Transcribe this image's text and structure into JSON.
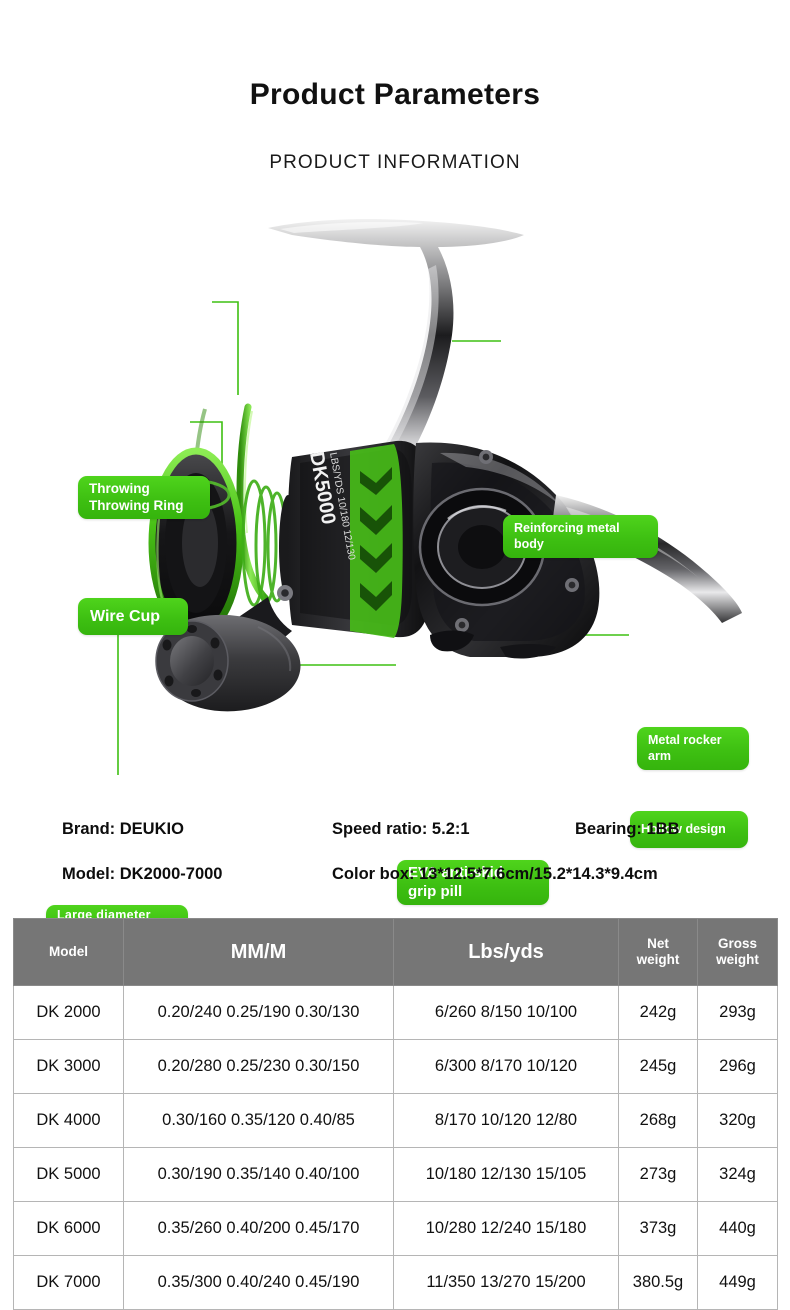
{
  "header": {
    "title": "Product Parameters",
    "subtitle": "PRODUCT  INFORMATION"
  },
  "callouts": {
    "throwing_line1": "Throwing",
    "throwing_line2": "Throwing Ring",
    "wire_cup": "Wire Cup",
    "large_knob": "Large diameter knob",
    "reinforcing_line1": "Reinforcing metal",
    "reinforcing_line2": "body",
    "rocker_line1": "Metal rocker",
    "rocker_line2": "arm",
    "hollow_design": "Hollow design",
    "eva_line1": "EVA anti-skid",
    "eva_line2": "grip pill"
  },
  "product_marking": {
    "model_text": "DK5000",
    "capacity_text": "LBS/YDS 10/180 12/130"
  },
  "specs": {
    "brand": "Brand: DEUKIO",
    "speed_ratio": "Speed ratio: 5.2:1",
    "bearing": "Bearing: 1BB",
    "model": "Model: DK2000-7000",
    "color_box": "Color box: 13*12.5*7.6cm/15.2*14.3*9.4cm"
  },
  "table": {
    "headers": {
      "model": "Model",
      "mm": "MM/M",
      "lbs": "Lbs/yds",
      "net_line1": "Net",
      "net_line2": "weight",
      "gross_line1": "Gross",
      "gross_line2": "weight"
    },
    "rows": [
      {
        "model": "DK 2000",
        "mm": "0.20/240 0.25/190 0.30/130",
        "lbs": "6/260  8/150  10/100",
        "net": "242g",
        "gross": "293g"
      },
      {
        "model": "DK 3000",
        "mm": "0.20/280 0.25/230 0.30/150",
        "lbs": "6/300  8/170  10/120",
        "net": "245g",
        "gross": "296g"
      },
      {
        "model": "DK 4000",
        "mm": "0.30/160 0.35/120 0.40/85",
        "lbs": "8/170 10/120 12/80",
        "net": "268g",
        "gross": "320g"
      },
      {
        "model": "DK 5000",
        "mm": "0.30/190 0.35/140 0.40/100",
        "lbs": "10/180 12/130 15/105",
        "net": "273g",
        "gross": "324g"
      },
      {
        "model": "DK 6000",
        "mm": "0.35/260 0.40/200 0.45/170",
        "lbs": "10/280 12/240 15/180",
        "net": "373g",
        "gross": "440g"
      },
      {
        "model": "DK 7000",
        "mm": "0.35/300 0.40/240 0.45/190",
        "lbs": "11/350 13/270 15/200",
        "net": "380.5g",
        "gross": "449g"
      }
    ]
  },
  "colors": {
    "accent_green": "#3ec012",
    "badge_text": "#ffffff",
    "table_header_bg": "#767676",
    "table_border": "#b5b5b5",
    "body_black": "#1b1b1b"
  }
}
